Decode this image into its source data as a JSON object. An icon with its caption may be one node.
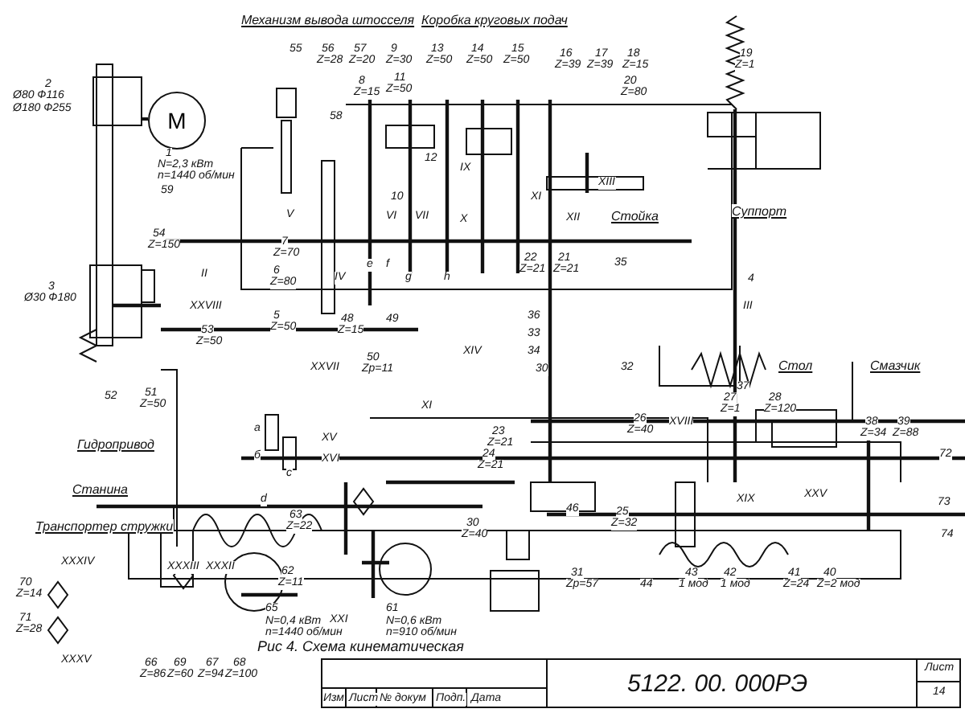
{
  "diagram": {
    "caption": "Рис 4. Схема кинематическая",
    "nodes": [
      {
        "text": [
          "M"
        ],
        "beside": [
          "1",
          "N=2,3 кВт",
          "n=1440 об/мин"
        ]
      }
    ],
    "labels": [
      "Механизм вывода штосселя",
      "Коробка круговых подач",
      "2",
      "Ø80 Ф116",
      "Ø180 Ф255",
      "55",
      "56",
      "Z=28",
      "57",
      "Z=20",
      "9",
      "Z=30",
      "8",
      "Z=15",
      "11",
      "Z=50",
      "13",
      "Z=50",
      "14",
      "Z=50",
      "15",
      "Z=50",
      "16",
      "Z=39",
      "17",
      "Z=39",
      "18",
      "Z=15",
      "20",
      "Z=80",
      "19",
      "Z=1",
      "58",
      "59",
      "V",
      "VI",
      "10",
      "VII",
      "12",
      "IX",
      "X",
      "XI",
      "XII",
      "XIII",
      "Стойка",
      "Суппорт",
      "54",
      "Z=150",
      "II",
      "3",
      "Ø30 Ф180",
      "7",
      "Z=70",
      "6",
      "Z=80",
      "IV",
      "e",
      "f",
      "g",
      "h",
      "5",
      "Z=50",
      "XXVIII",
      "53",
      "Z=50",
      "48",
      "Z=15",
      "49",
      "XXVII",
      "50",
      "Zр=11",
      "52",
      "51",
      "Z=50",
      "XIV",
      "22",
      "Z=21",
      "21",
      "Z=21",
      "35",
      "4",
      "36",
      "33",
      "34",
      "30",
      "32",
      "III",
      "37",
      "Стол",
      "Смазчик",
      "27",
      "Z=1",
      "28",
      "Z=120",
      "38",
      "Z=34",
      "39",
      "Z=88",
      "72",
      "26",
      "Z=40",
      "XVIII",
      "23",
      "Z=21",
      "24",
      "Z=21",
      "XI",
      "XV",
      "XVI",
      "a",
      "б",
      "c",
      "d",
      "XIX",
      "XXV",
      "73",
      "74",
      "25",
      "Z=32",
      "46",
      "44",
      "43",
      "1 мод",
      "42",
      "1 мод",
      "41",
      "Z=24",
      "40",
      "Z=2 мод",
      "31",
      "Zр=57",
      "Станина",
      "Транспортер стружки",
      "XXXIV",
      "70",
      "Z=14",
      "71",
      "Z=28",
      "XXXV",
      "66",
      "Z=86",
      "69",
      "Z=60",
      "67",
      "Z=94",
      "68",
      "Z=100",
      "XXXIII",
      "XXXII",
      "65",
      "N=0,4 кВт",
      "n=1440 об/мин",
      "62",
      "Z=11",
      "XXI",
      "61",
      "N=0,6 кВт",
      "n=910 об/мин",
      "63",
      "Z=22",
      "30",
      "Z=40",
      "Гидропривод",
      "Изм",
      "Лист",
      "№ докум",
      "Подп.",
      "Дата",
      "5122. 00. 000РЭ",
      "Лист",
      "14"
    ]
  }
}
